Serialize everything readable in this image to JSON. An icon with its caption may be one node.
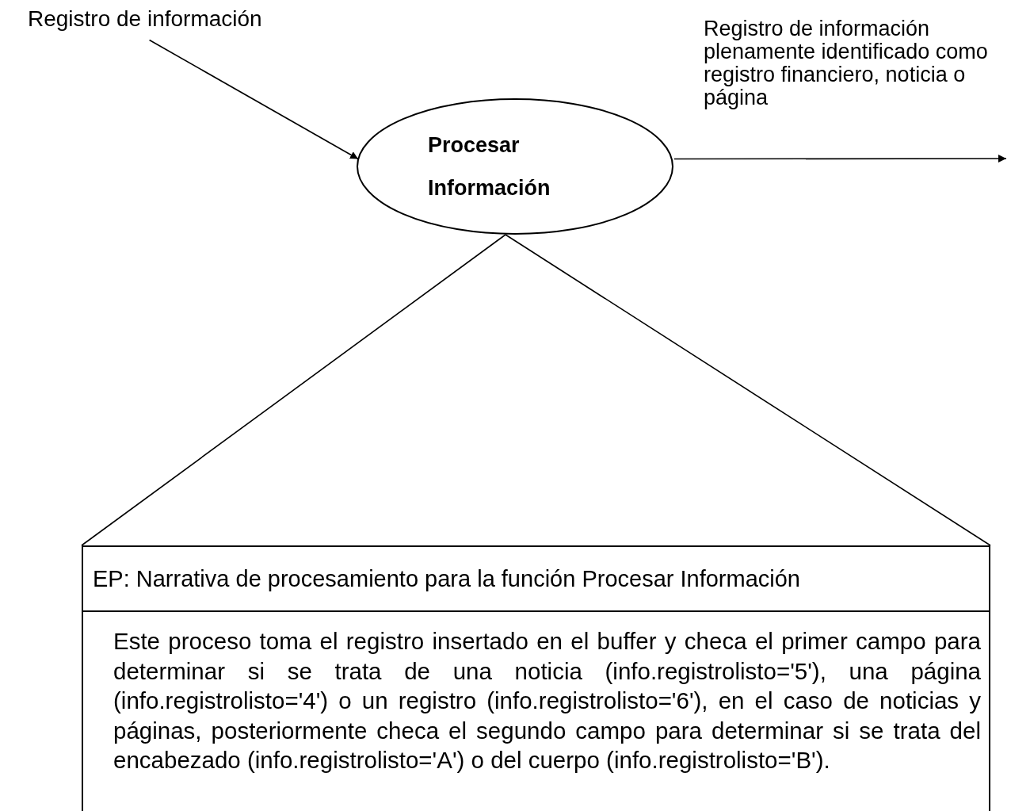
{
  "diagram": {
    "nodes": [
      {
        "text": [
          "Registro de información"
        ]
      },
      {
        "text": [
          "Procesar Información"
        ]
      },
      {
        "text": [
          "EP: Narrativa de procesamiento para la función Procesar Información",
          "Este proceso toma el registro insertado en el buffer y checa el primer campo para determinar si se trata de una noticia (info.registrolisto='5'), una página  (info.registrolisto='4') o un registro (info.registrolisto='6'), en el caso de noticias y páginas, posteriormente checa el segundo campo para determinar si se trata del encabezado (info.registrolisto='A') o del cuerpo (info.registrolisto='B')."
        ]
      }
    ],
    "edges": [
      {
        "from": 0,
        "to": 1,
        "arrow": "to"
      },
      {
        "from": 1,
        "to": null,
        "arrow": "to",
        "label": "Registro de información plenamente identificado como registro financiero, noticia o página"
      },
      {
        "from": 1,
        "to": 2,
        "arrow": "none"
      },
      {
        "from": 1,
        "to": 2,
        "arrow": "none"
      }
    ]
  }
}
